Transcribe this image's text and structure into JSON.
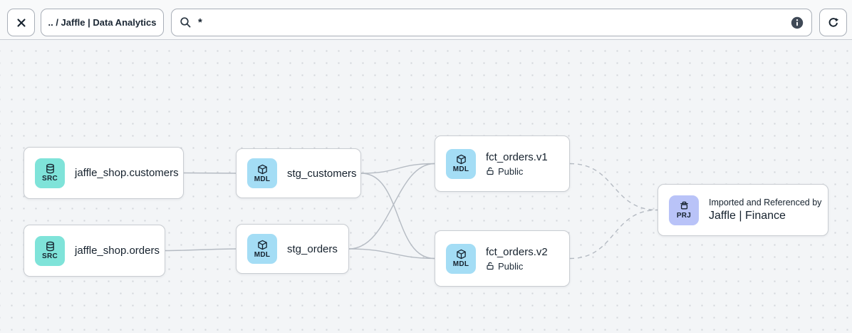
{
  "toolbar": {
    "breadcrumb": ".. / Jaffle | Data Analytics",
    "search": {
      "value": "*",
      "placeholder": ""
    }
  },
  "graph": {
    "nodes": [
      {
        "id": "src-customers",
        "kind": "source",
        "badge": "SRC",
        "title": "jaffle_shop.customers"
      },
      {
        "id": "src-orders",
        "kind": "source",
        "badge": "SRC",
        "title": "jaffle_shop.orders"
      },
      {
        "id": "stg-customers",
        "kind": "model",
        "badge": "MDL",
        "title": "stg_customers"
      },
      {
        "id": "stg-orders",
        "kind": "model",
        "badge": "MDL",
        "title": "stg_orders"
      },
      {
        "id": "fct-orders-v1",
        "kind": "model",
        "badge": "MDL",
        "title": "fct_orders.v1",
        "access": "Public"
      },
      {
        "id": "fct-orders-v2",
        "kind": "model",
        "badge": "MDL",
        "title": "fct_orders.v2",
        "access": "Public"
      },
      {
        "id": "prj-jaffle-finance",
        "kind": "project",
        "badge": "PRJ",
        "subtitle": "Imported and Referenced by",
        "title": "Jaffle | Finance"
      }
    ],
    "edges": [
      {
        "from": "jaffle_shop.customers",
        "to": "stg_customers",
        "style": "solid"
      },
      {
        "from": "jaffle_shop.orders",
        "to": "stg_orders",
        "style": "solid"
      },
      {
        "from": "stg_customers",
        "to": "fct_orders.v1",
        "style": "solid"
      },
      {
        "from": "stg_customers",
        "to": "fct_orders.v2",
        "style": "solid"
      },
      {
        "from": "stg_orders",
        "to": "fct_orders.v1",
        "style": "solid"
      },
      {
        "from": "stg_orders",
        "to": "fct_orders.v2",
        "style": "solid"
      },
      {
        "from": "fct_orders.v1",
        "to": "Jaffle | Finance",
        "style": "dashed"
      },
      {
        "from": "fct_orders.v2",
        "to": "Jaffle | Finance",
        "style": "dashed"
      }
    ]
  },
  "colors": {
    "source_icon_bg": "#7fe3d9",
    "model_icon_bg": "#a4ddf5",
    "project_icon_bg": "#b9c3f8",
    "edge": "#b5bbc3",
    "canvas_bg": "#f3f5f7",
    "toolbar_bg": "#f8f9fa",
    "node_text": "#16222e"
  }
}
